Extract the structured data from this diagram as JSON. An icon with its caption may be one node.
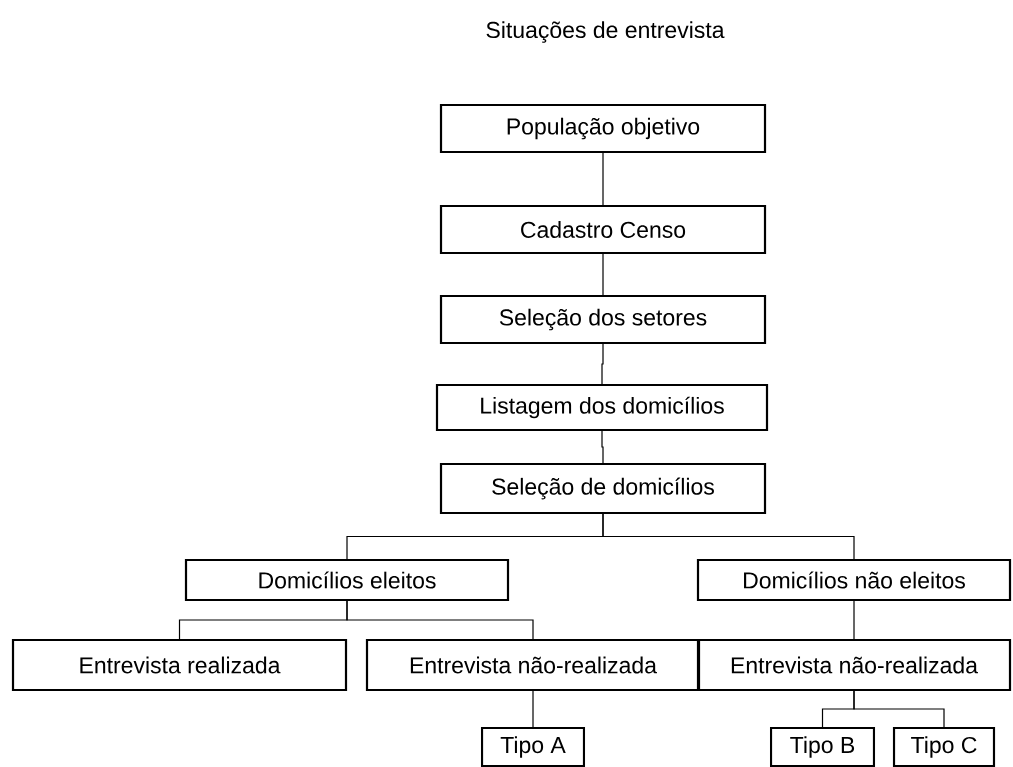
{
  "diagram": {
    "title": "Situações de entrevista",
    "nodes": [
      {
        "text": [
          "População objetivo"
        ]
      },
      {
        "text": [
          "Cadastro Censo"
        ]
      },
      {
        "text": [
          "Seleção dos setores"
        ]
      },
      {
        "text": [
          "Listagem dos domicílios"
        ]
      },
      {
        "text": [
          "Seleção de domicílios"
        ]
      },
      {
        "text": [
          "Domicílios eleitos"
        ]
      },
      {
        "text": [
          "Domicílios não eleitos"
        ]
      },
      {
        "text": [
          "Entrevista realizada"
        ]
      },
      {
        "text": [
          "Entrevista não-realizada"
        ]
      },
      {
        "text": [
          "Entrevista não-realizada"
        ]
      },
      {
        "text": [
          "Tipo A"
        ]
      },
      {
        "text": [
          "Tipo B"
        ]
      },
      {
        "text": [
          "Tipo C"
        ]
      }
    ],
    "edges": [
      {
        "from": 0,
        "to": 1,
        "arrow": "none"
      },
      {
        "from": 1,
        "to": 2,
        "arrow": "none"
      },
      {
        "from": 2,
        "to": 3,
        "arrow": "none"
      },
      {
        "from": 3,
        "to": 4,
        "arrow": "none"
      },
      {
        "from": 4,
        "to": 5,
        "arrow": "none"
      },
      {
        "from": 4,
        "to": 6,
        "arrow": "none"
      },
      {
        "from": 5,
        "to": 7,
        "arrow": "none"
      },
      {
        "from": 5,
        "to": 8,
        "arrow": "none"
      },
      {
        "from": 6,
        "to": 9,
        "arrow": "none"
      },
      {
        "from": 8,
        "to": 10,
        "arrow": "none"
      },
      {
        "from": 9,
        "to": 11,
        "arrow": "none"
      },
      {
        "from": 9,
        "to": 12,
        "arrow": "none"
      }
    ]
  }
}
